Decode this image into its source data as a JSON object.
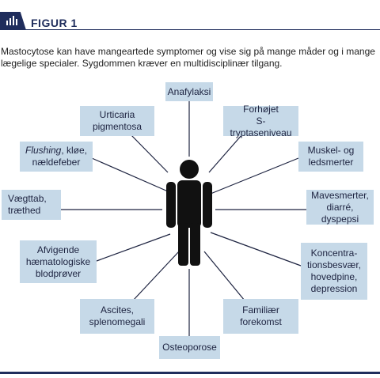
{
  "header": {
    "title": "FIGUR 1",
    "icon": "bar-chart-icon"
  },
  "caption": "Mastocytose kan have mangeartede symptomer og vise sig på mange måder og i mange lægelige specialer. Sygdommen kræver en multidisciplinær tilgang.",
  "diagram": {
    "center_icon": "person-icon",
    "symptoms": [
      {
        "id": "anafylaksi",
        "text": "Anafylaksi"
      },
      {
        "id": "urticaria",
        "text": "Urticaria\npigmentosa"
      },
      {
        "id": "tryptase",
        "text": "Forhøjet\nS-tryptaseniveau"
      },
      {
        "id": "flushing",
        "text_italic": "Flushing",
        "text": ", kløe,\nnældefeber"
      },
      {
        "id": "muskel",
        "text": "Muskel- og\nledsmerter"
      },
      {
        "id": "vaegttab",
        "text": "Vægttab,\ntræthed"
      },
      {
        "id": "mave",
        "text": "Mavesmerter,\ndiarré, dyspepsi"
      },
      {
        "id": "haemato",
        "text": "Afvigende\nhæmatologiske\nblodprøver"
      },
      {
        "id": "koncentration",
        "text": "Koncentra-\ntionsbesvær,\nhovedpine,\ndepression"
      },
      {
        "id": "ascites",
        "text": "Ascites,\nsplenomegali"
      },
      {
        "id": "familiaer",
        "text": "Familiær\nforekomst"
      },
      {
        "id": "osteoporose",
        "text": "Osteoporose"
      }
    ]
  },
  "colors": {
    "box_fill": "#c6d9e8",
    "navy": "#1f2d5c",
    "person": "#111111"
  }
}
